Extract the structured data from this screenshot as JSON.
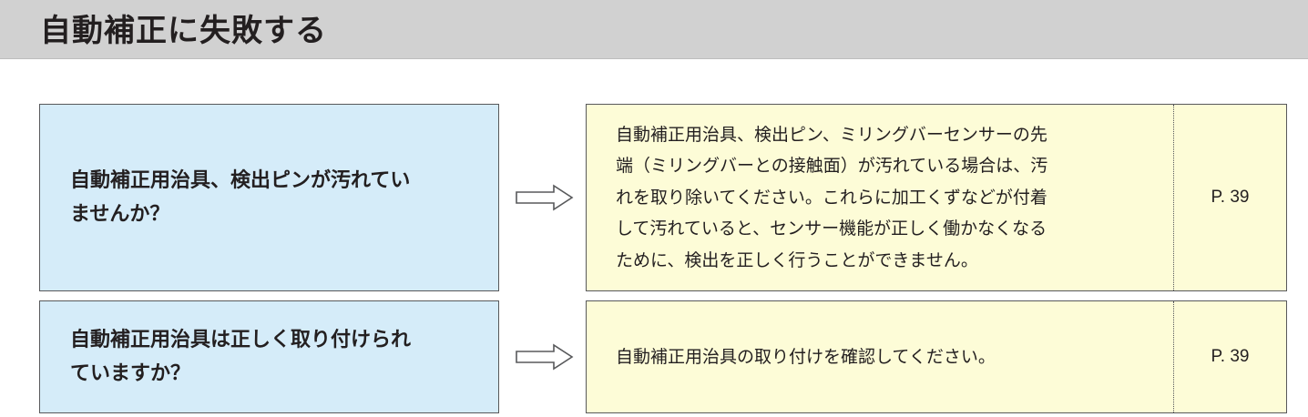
{
  "page": {
    "title": "自動補正に失敗する"
  },
  "rows": [
    {
      "question_lines": [
        "自動補正用治具、検出ピンが汚れてい",
        "ませんか？"
      ],
      "answer_lines": [
        "自動補正用治具、検出ピン、ミリングバーセンサーの先",
        "端（ミリングバーとの接触面）が汚れている場合は、汚",
        "れを取り除いてください。これらに加工くずなどが付着",
        "して汚れていると、センサー機能が正しく働かなくなる",
        "ために、検出を正しく行うことができません。"
      ],
      "page_ref": "P. 39"
    },
    {
      "question_lines": [
        "自動補正用治具は正しく取り付けられ",
        "ていますか？"
      ],
      "answer_lines": [
        "自動補正用治具の取り付けを確認してください。"
      ],
      "page_ref": "P. 39"
    }
  ],
  "colors": {
    "title_bar": "#d1d1d1",
    "question_bg": "#d5ecf9",
    "answer_bg": "#fdfcd7",
    "border": "#58595b",
    "text": "#231f20"
  },
  "icons": {
    "row_arrow": "right-arrow-icon"
  }
}
